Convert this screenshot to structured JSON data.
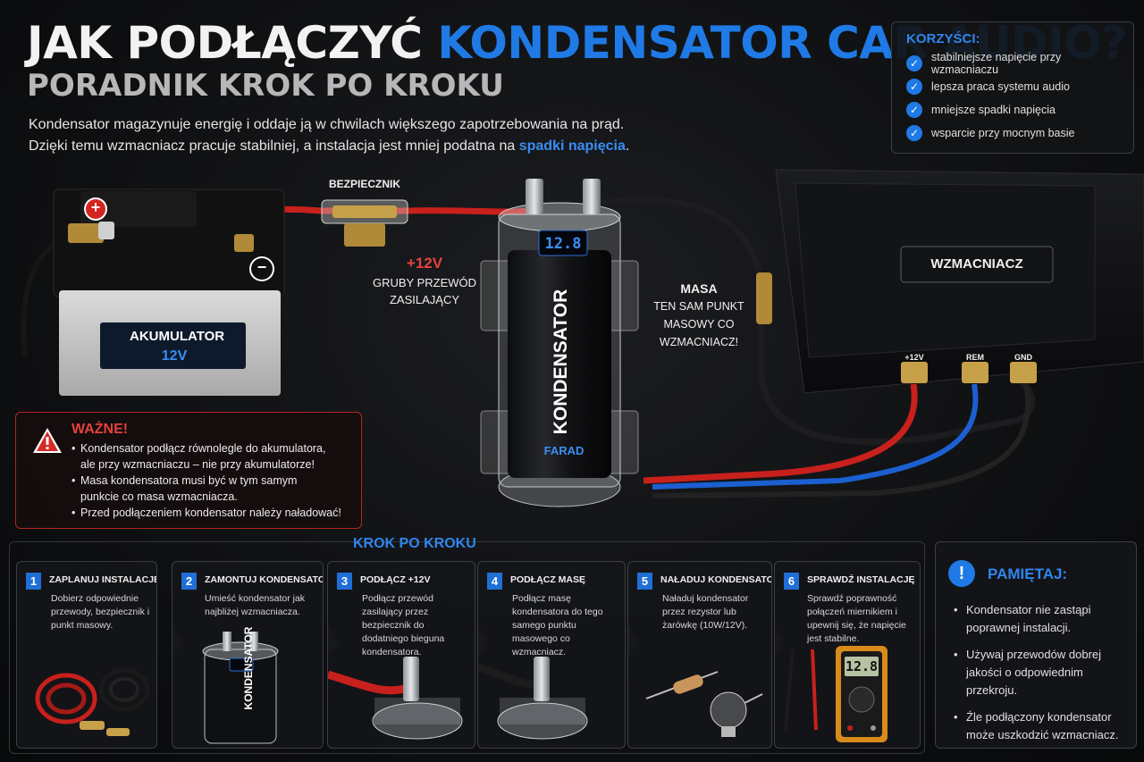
{
  "header": {
    "title_white": "JAK PODŁĄCZYĆ",
    "title_blue": "KONDENSATOR CAR AUDIO?",
    "subtitle": "PORADNIK KROK PO KROKU",
    "intro_line1": "Kondensator magazynuje energię i oddaje ją w chwilach większego zapotrzebowania na prąd.",
    "intro_line2_start": "Dzięki temu wzmacniacz pracuje stabilniej, a instalacja jest mniej podatna na ",
    "intro_highlight": "spadki napięcia",
    "intro_end": "."
  },
  "benefits": {
    "title": "KORZYŚCI:",
    "items": [
      "stabilniejsze napięcie przy wzmacniaczu",
      "lepsza praca systemu audio",
      "mniejsze spadki napięcia",
      "wsparcie przy mocnym basie"
    ]
  },
  "diagram": {
    "battery_label": "AKUMULATOR",
    "battery_voltage": "12V",
    "plus_sign": "+",
    "minus_sign": "−",
    "fuse_label": "BEZPIECZNIK",
    "power_label_voltage": "+12V",
    "power_label_line1": "GRUBY PRZEWÓD",
    "power_label_line2": "ZASILAJĄCY",
    "capacitor_label": "KONDENSATOR",
    "capacitor_display": "12.8",
    "capacitor_unit": "FARAD",
    "ground_title": "MASA",
    "ground_line1": "TEN SAM PUNKT",
    "ground_line2": "MASOWY CO",
    "ground_line3": "WZMACNIACZ!",
    "amp_label": "WZMACNIACZ",
    "terminal_plus": "+12V",
    "terminal_rem": "REM",
    "terminal_gnd": "GND"
  },
  "warning": {
    "title": "WAŻNE!",
    "items": [
      "Kondensator podłącz równolegle do akumulatora,",
      "ale przy wzmacniaczu – nie przy akumulatorze!",
      "Masa kondensatora musi być w tym samym",
      "punkcie co masa wzmacniacza.",
      "Przed podłączeniem kondensator należy naładować!"
    ]
  },
  "steps": {
    "title": "KROK PO KROKU",
    "items": [
      {
        "num": "1",
        "title": "ZAPLANUJ INSTALACJĘ",
        "desc": "Dobierz odpowiednie przewody, bezpiecznik i punkt masowy."
      },
      {
        "num": "2",
        "title": "ZAMONTUJ KONDENSATOR",
        "desc": "Umieść kondensator jak najbliżej wzmacniacza."
      },
      {
        "num": "3",
        "title": "PODŁĄCZ +12V",
        "desc": "Podłącz przewód zasilający przez bezpiecznik do dodatniego bieguna kondensatora."
      },
      {
        "num": "4",
        "title": "PODŁĄCZ MASĘ",
        "desc": "Podłącz masę kondensatora do tego samego punktu masowego co wzmacniacz."
      },
      {
        "num": "5",
        "title": "NAŁADUJ KONDENSATOR",
        "desc": "Naładuj kondensator przez rezystor lub żarówkę (10W/12V)."
      },
      {
        "num": "6",
        "title": "SPRAWDŹ INSTALACJĘ",
        "desc": "Sprawdź poprawność połączeń miernikiem i upewnij się, że napięcie jest stabilne."
      }
    ],
    "step2_cap_label": "KONDENSATOR",
    "meter_display": "12.8"
  },
  "remember": {
    "icon": "!",
    "title": "PAMIĘTAJ:",
    "items": [
      "Kondensator nie zastąpi poprawnej instalacji.",
      "Używaj przewodów dobrej jakości o odpowiednim przekroju.",
      "Źle podłączony kondensator może uszkodzić wzmacniacz."
    ]
  },
  "colors": {
    "accent_blue": "#1f7ae6",
    "warning_red": "#e2413b",
    "wire_red": "#c8201c",
    "wire_blue": "#1c5fd0"
  }
}
